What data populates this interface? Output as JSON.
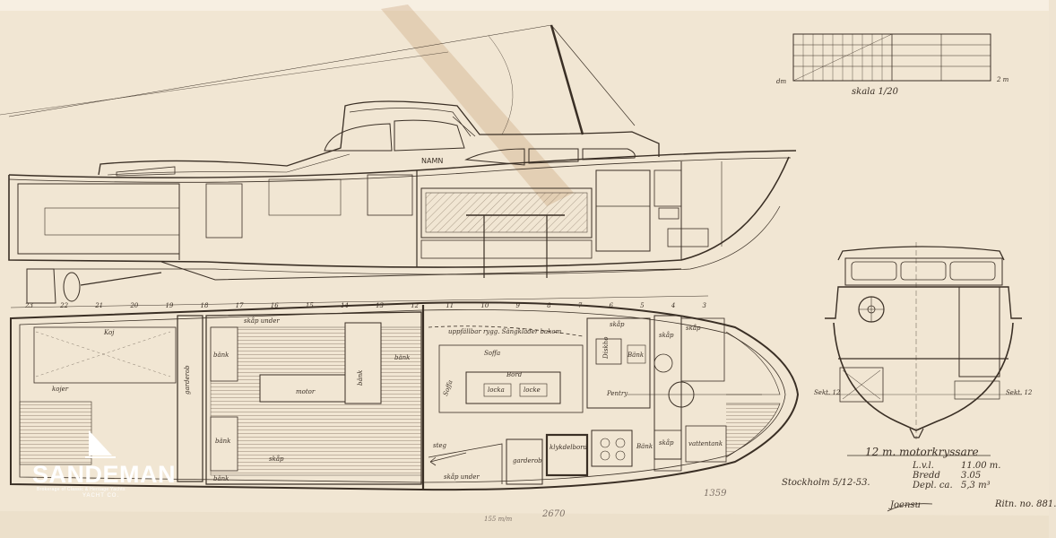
{
  "scale": {
    "label": "skala 1/20",
    "left_label": "dm",
    "right_label": "2 m"
  },
  "profile": {
    "boat_name": "NAMN"
  },
  "plan_labels": {
    "skap_under": "skåp under",
    "garderob_vertical": "garderob",
    "bank_top": "bänk",
    "motor": "motor",
    "bank_mid": "bänk",
    "bank_left": "bänk",
    "koj": "Koj",
    "kojer": "kojer",
    "uppfallbar_rygg": "uppfällbar rygg. Sängkläder bakom",
    "soffa_l": "Soffa",
    "soffa_r": "Soffa",
    "bord": "Bord",
    "locka": "locka",
    "locke": "locke",
    "diskho": "Diskho",
    "pentry": "Pentry",
    "skap_a": "skåp",
    "skap_b": "skåp",
    "skap_c": "skåp",
    "klykdelbord": "klykdelbord",
    "bank_fwd": "Bänk",
    "bank_fwd2": "Bänk",
    "garderob": "garderob",
    "steg": "steg",
    "skap_under_bottom": "skåp under",
    "skap_fwd_top": "skåp",
    "skap_fwd_bottom": "skåp",
    "vattentank": "vattentank",
    "bank_aft": "bänk",
    "bank_aft2": "bänk"
  },
  "station_numbers": [
    "23",
    "22",
    "21",
    "20",
    "19",
    "18",
    "17",
    "16",
    "15",
    "14",
    "13",
    "12",
    "11",
    "10",
    "9",
    "8",
    "7",
    "6",
    "5",
    "4",
    "3"
  ],
  "section_labels": {
    "left": "Sekt. 12",
    "right": "Sekt. 12"
  },
  "title_block": {
    "title": "12 m. motorkryssare",
    "lvl_label": "L.v.l.",
    "lvl_value": "11.00 m.",
    "bredd_label": "Bredd",
    "bredd_value": "3.05",
    "depl_label": "Depl. ca.",
    "depl_value": "5,3 m³",
    "place_date": "Stockholm 5/12-53.",
    "drawing_no": "Ritn. no. 881.",
    "signature": "Joensu"
  },
  "pencil_notes": {
    "a": "1359",
    "b": "2670",
    "c": "155 m/m"
  },
  "logo": {
    "wordmark": "SANDEMAN",
    "tagline": "Brokerage of Classic & Heritage Yachts",
    "subline": "YACHT CO."
  },
  "colors": {
    "paper": "#f1e6d3",
    "ink": "#3a2f25",
    "stain": "#c9a47a"
  }
}
